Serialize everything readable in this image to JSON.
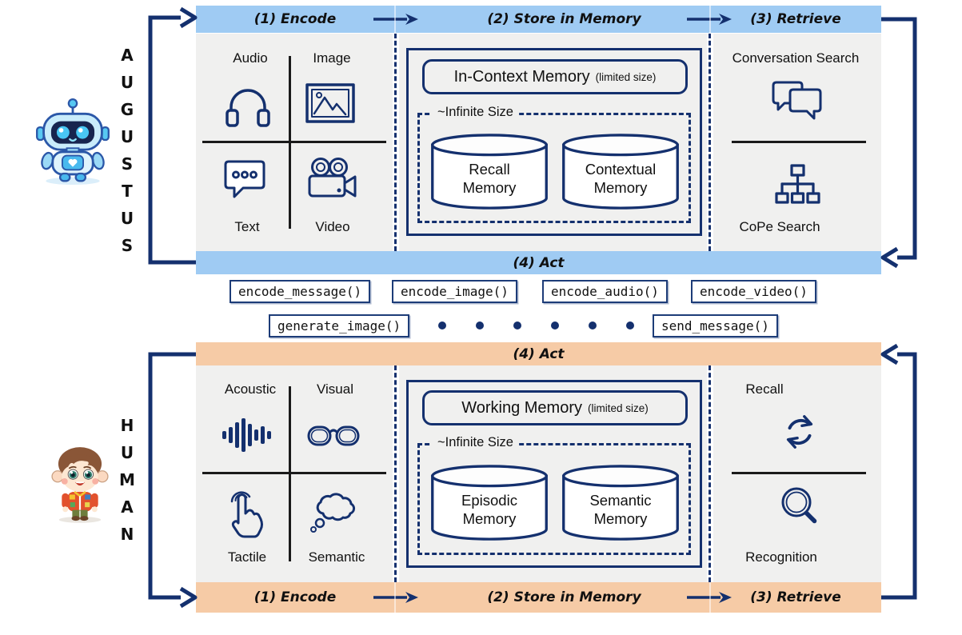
{
  "colors": {
    "agent_accent": "#9fcbf3",
    "human_accent": "#f6cba6",
    "line_navy": "#14306e",
    "panel_gray": "#f0f0ef"
  },
  "agent": {
    "name": "AUGUSTUS",
    "stage_encode": "(1) Encode",
    "stage_store": "(2) Store in Memory",
    "stage_retrieve": "(3) Retrieve",
    "stage_act": "(4) Act",
    "modalities": {
      "top_left": "Audio",
      "top_right": "Image",
      "bottom_left": "Text",
      "bottom_right": "Video"
    },
    "memory": {
      "primary_title": "In-Context Memory",
      "primary_note": "(limited size)",
      "archive_label": "~Infinite Size",
      "store_left": {
        "line1": "Recall",
        "line2": "Memory"
      },
      "store_right": {
        "line1": "Contextual",
        "line2": "Memory"
      }
    },
    "retrieval": {
      "top": "Conversation Search",
      "bottom": "CoPe Search"
    }
  },
  "human": {
    "name": "HUMAN",
    "stage_encode": "(1) Encode",
    "stage_store": "(2) Store in Memory",
    "stage_retrieve": "(3) Retrieve",
    "stage_act": "(4) Act",
    "modalities": {
      "top_left": "Acoustic",
      "top_right": "Visual",
      "bottom_left": "Tactile",
      "bottom_right": "Semantic"
    },
    "memory": {
      "primary_title": "Working Memory",
      "primary_note": "(limited size)",
      "archive_label": "~Infinite Size",
      "store_left": {
        "line1": "Episodic",
        "line2": "Memory"
      },
      "store_right": {
        "line1": "Semantic",
        "line2": "Memory"
      }
    },
    "retrieval": {
      "top": "Recall",
      "bottom": "Recognition"
    }
  },
  "functions": {
    "row1": [
      "encode_message()",
      "encode_image()",
      "encode_audio()",
      "encode_video()"
    ],
    "row2_left": "generate_image()",
    "row2_right": "send_message()"
  }
}
